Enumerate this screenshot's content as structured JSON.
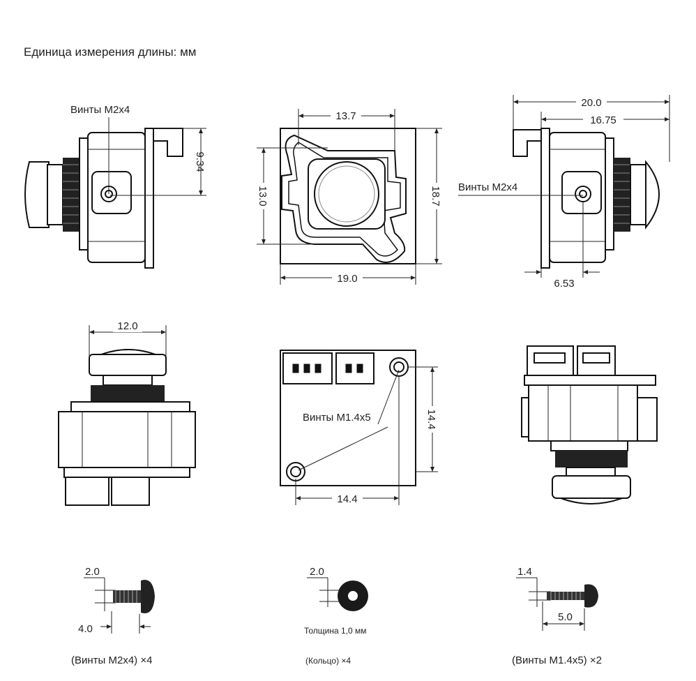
{
  "title": "Единица измерения длины: мм",
  "views": {
    "side_left": {
      "screw_label": "Винты M2x4",
      "height_dim": "9.34"
    },
    "front": {
      "width_top": "13.7",
      "inner_height": "13.0",
      "outer_height": "18.7",
      "width_bottom": "19.0"
    },
    "side_right": {
      "total_width": "20.0",
      "body_width": "16.75",
      "screw_label": "Винты M2x4",
      "offset_dim": "6.53"
    },
    "top": {
      "lens_width": "12.0"
    },
    "back": {
      "height_dim": "14.4",
      "width_dim": "14.4",
      "screw_label": "Винты M1.4x5"
    }
  },
  "parts": [
    {
      "top_dim": "2.0",
      "side_dim": "4.0",
      "caption": "(Винты M2x4) ×4"
    },
    {
      "top_dim": "2.0",
      "note": "Толщина 1,0 мм",
      "caption": "(Кольцо) ×4"
    },
    {
      "top_dim": "1.4",
      "side_dim": "5.0",
      "caption": "(Винты M1.4x5) ×2"
    }
  ]
}
